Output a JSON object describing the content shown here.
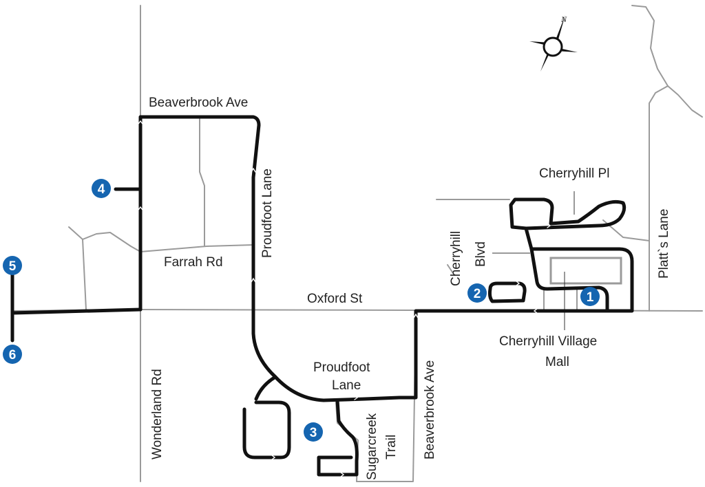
{
  "colors": {
    "road": "#9a9a9a",
    "route": "#111111",
    "stop_badge": "#1565b0",
    "mall_outline": "#9a9a9a"
  },
  "compass": {
    "north_label": "N",
    "icon": "compass-rose-icon"
  },
  "labels": {
    "beaverbrook_ave_north": "Beaverbrook Ave",
    "proudfoot_lane_vertical": "Proudfoot Lane",
    "farrah_rd": "Farrah Rd",
    "oxford_st": "Oxford St",
    "wonderland_rd": "Wonderland Rd",
    "proudfoot_lane_south_line1": "Proudfoot",
    "proudfoot_lane_south_line2": "Lane",
    "sugarcreek_trail_line1": "Sugarcreek",
    "sugarcreek_trail_line2": "Trail",
    "beaverbrook_ave_south": "Beaverbrook Ave",
    "cherryhill_pl": "Cherryhill Pl",
    "cherryhill_blvd_line1": "Cherryhill",
    "cherryhill_blvd_line2": "Blvd",
    "platts_lane": "Platt`s Lane",
    "cherryhill_village_mall_line1": "Cherryhill Village",
    "cherryhill_village_mall_line2": "Mall"
  },
  "stops": [
    {
      "number": "1"
    },
    {
      "number": "2"
    },
    {
      "number": "3"
    },
    {
      "number": "4"
    },
    {
      "number": "5"
    },
    {
      "number": "6"
    }
  ]
}
